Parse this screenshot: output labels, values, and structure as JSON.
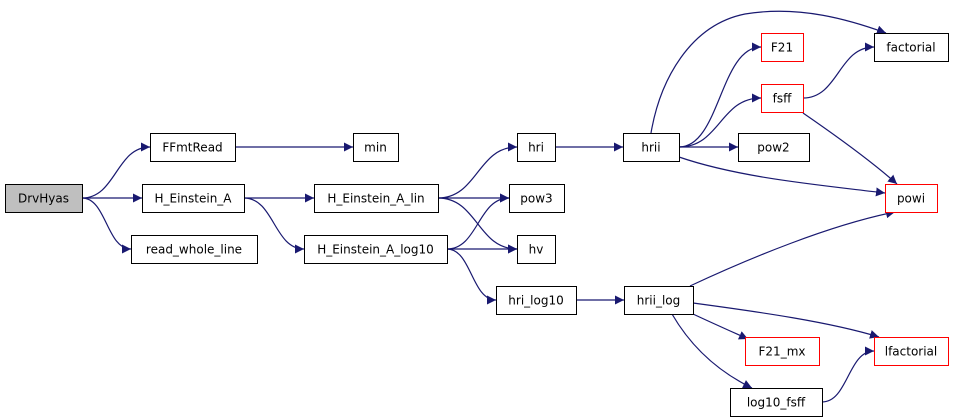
{
  "colors": {
    "edge": "#191970",
    "node_border_default": "#000000",
    "node_border_truncated": "#ff0000",
    "node_fill_default": "#ffffff",
    "node_fill_root": "#bfbfbf"
  },
  "nodes": {
    "drvhyas": {
      "label": "DrvHyas",
      "style": "root"
    },
    "ffmtread": {
      "label": "FFmtRead",
      "style": "default"
    },
    "h_einstein_a": {
      "label": "H_Einstein_A",
      "style": "default"
    },
    "read_whole_line": {
      "label": "read_whole_line",
      "style": "default"
    },
    "min": {
      "label": "min",
      "style": "default"
    },
    "h_einstein_a_lin": {
      "label": "H_Einstein_A_lin",
      "style": "default"
    },
    "h_einstein_a_log10": {
      "label": "H_Einstein_A_log10",
      "style": "default"
    },
    "hri": {
      "label": "hri",
      "style": "default"
    },
    "pow3": {
      "label": "pow3",
      "style": "default"
    },
    "hv": {
      "label": "hv",
      "style": "default"
    },
    "hri_log10": {
      "label": "hri_log10",
      "style": "default"
    },
    "hrii": {
      "label": "hrii",
      "style": "default"
    },
    "hrii_log": {
      "label": "hrii_log",
      "style": "default"
    },
    "f21": {
      "label": "F21",
      "style": "truncated"
    },
    "fsff": {
      "label": "fsff",
      "style": "truncated"
    },
    "pow2": {
      "label": "pow2",
      "style": "default"
    },
    "f21_mx": {
      "label": "F21_mx",
      "style": "truncated"
    },
    "log10_fsff": {
      "label": "log10_fsff",
      "style": "default"
    },
    "factorial": {
      "label": "factorial",
      "style": "default"
    },
    "powi": {
      "label": "powi",
      "style": "truncated"
    },
    "lfactorial": {
      "label": "lfactorial",
      "style": "truncated"
    }
  },
  "edges": [
    [
      "drvhyas",
      "ffmtread"
    ],
    [
      "drvhyas",
      "h_einstein_a"
    ],
    [
      "drvhyas",
      "read_whole_line"
    ],
    [
      "ffmtread",
      "min"
    ],
    [
      "h_einstein_a",
      "h_einstein_a_lin"
    ],
    [
      "h_einstein_a",
      "h_einstein_a_log10"
    ],
    [
      "h_einstein_a_lin",
      "hri"
    ],
    [
      "h_einstein_a_lin",
      "pow3"
    ],
    [
      "h_einstein_a_lin",
      "hv"
    ],
    [
      "h_einstein_a_log10",
      "pow3"
    ],
    [
      "h_einstein_a_log10",
      "hv"
    ],
    [
      "h_einstein_a_log10",
      "hri_log10"
    ],
    [
      "hri",
      "hrii"
    ],
    [
      "hri_log10",
      "hrii_log"
    ],
    [
      "hrii",
      "factorial"
    ],
    [
      "hrii",
      "f21"
    ],
    [
      "hrii",
      "fsff"
    ],
    [
      "hrii",
      "pow2"
    ],
    [
      "hrii",
      "powi"
    ],
    [
      "fsff",
      "factorial"
    ],
    [
      "fsff",
      "powi"
    ],
    [
      "hrii_log",
      "powi"
    ],
    [
      "hrii_log",
      "f21_mx"
    ],
    [
      "hrii_log",
      "log10_fsff"
    ],
    [
      "hrii_log",
      "lfactorial"
    ],
    [
      "log10_fsff",
      "lfactorial"
    ]
  ]
}
